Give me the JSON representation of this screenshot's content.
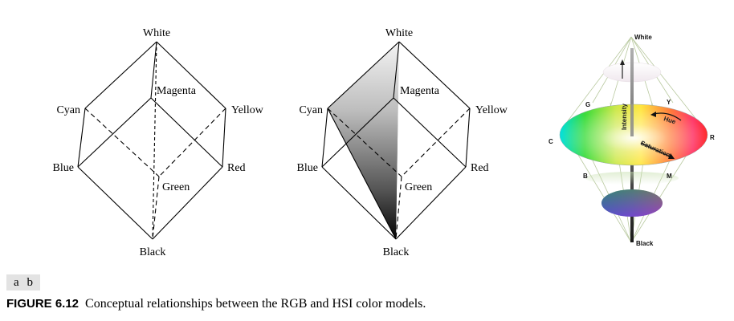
{
  "panel_tags": {
    "a": "a",
    "b": "b"
  },
  "cube_a": {
    "white": "White",
    "magenta": "Magenta",
    "cyan": "Cyan",
    "yellow": "Yellow",
    "blue": "Blue",
    "red": "Red",
    "green": "Green",
    "black": "Black"
  },
  "cube_b": {
    "white": "White",
    "magenta": "Magenta",
    "cyan": "Cyan",
    "yellow": "Yellow",
    "blue": "Blue",
    "red": "Red",
    "green": "Green",
    "black": "Black"
  },
  "hsi_model": {
    "white": "White",
    "black": "Black",
    "intensity": "Intensity",
    "hue": "Hue",
    "saturation": "Saturation",
    "hue_letters": {
      "g": "G",
      "y": "Y",
      "c": "C",
      "r": "R",
      "b": "B",
      "m": "M"
    }
  },
  "caption": {
    "figure_number": "FIGURE 6.12",
    "text": "Conceptual relationships between the RGB and HSI color models."
  }
}
